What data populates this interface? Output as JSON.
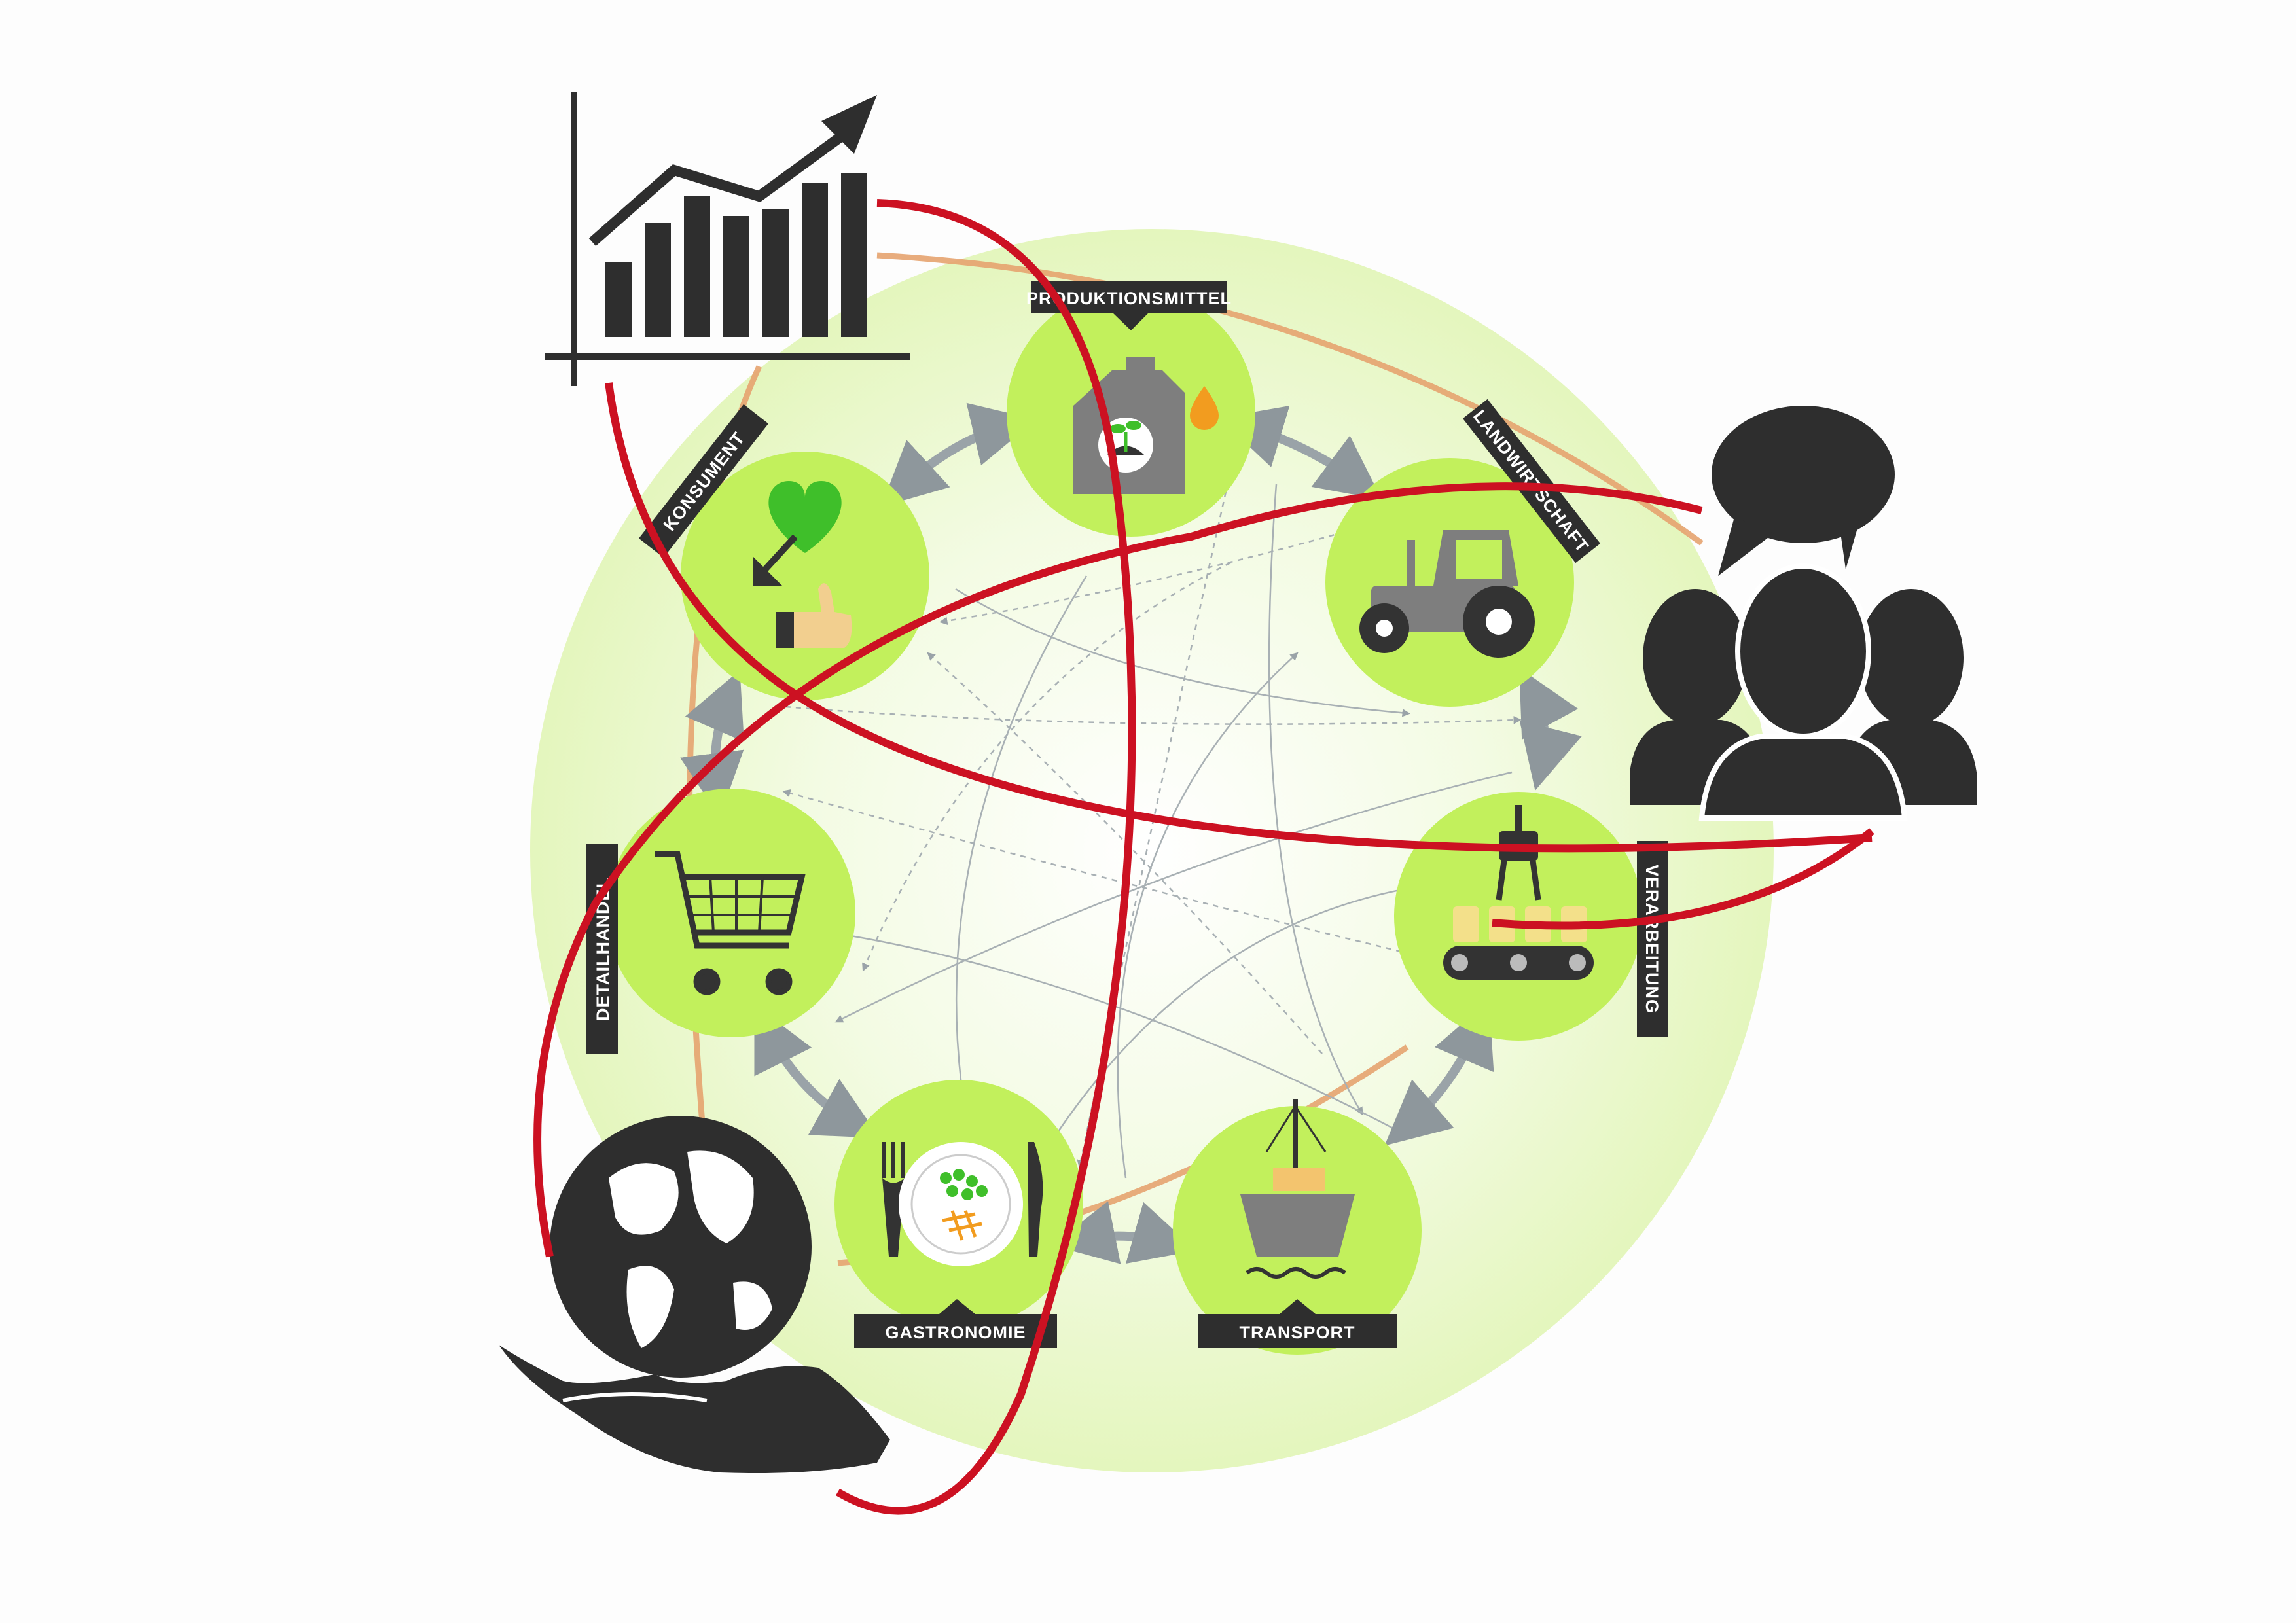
{
  "colors": {
    "background": "#fdfdfd",
    "outer_circle": "#e9f8c8",
    "node": "#c2f05c",
    "ring": "#e6a36f",
    "loop": "#cc1122",
    "arrow": "#9aa3a8",
    "icon_dark": "#333333",
    "label_bg": "#2e2e2e",
    "heart": "#3fbf2a"
  },
  "stages": [
    {
      "id": "produktionsmittel",
      "label": "PRODUKTIONSMITTEL",
      "icon": "fuel-canister-icon"
    },
    {
      "id": "landwirtschaft",
      "label": "LANDWIRTSCHAFT",
      "icon": "tractor-icon"
    },
    {
      "id": "verarbeitung",
      "label": "VERARBEITUNG",
      "icon": "factory-conveyor-icon"
    },
    {
      "id": "transport",
      "label": "TRANSPORT",
      "icon": "ship-icon"
    },
    {
      "id": "gastronomie",
      "label": "GASTRONOMIE",
      "icon": "plate-cutlery-icon"
    },
    {
      "id": "detailhandel",
      "label": "DETAILHANDEL",
      "icon": "shopping-cart-icon"
    },
    {
      "id": "konsument",
      "label": "KONSUMENT",
      "icon": "heart-thumbs-up-icon"
    }
  ],
  "external_icons": [
    "growth-chart-icon",
    "people-speech-icon",
    "globe-hand-icon"
  ]
}
